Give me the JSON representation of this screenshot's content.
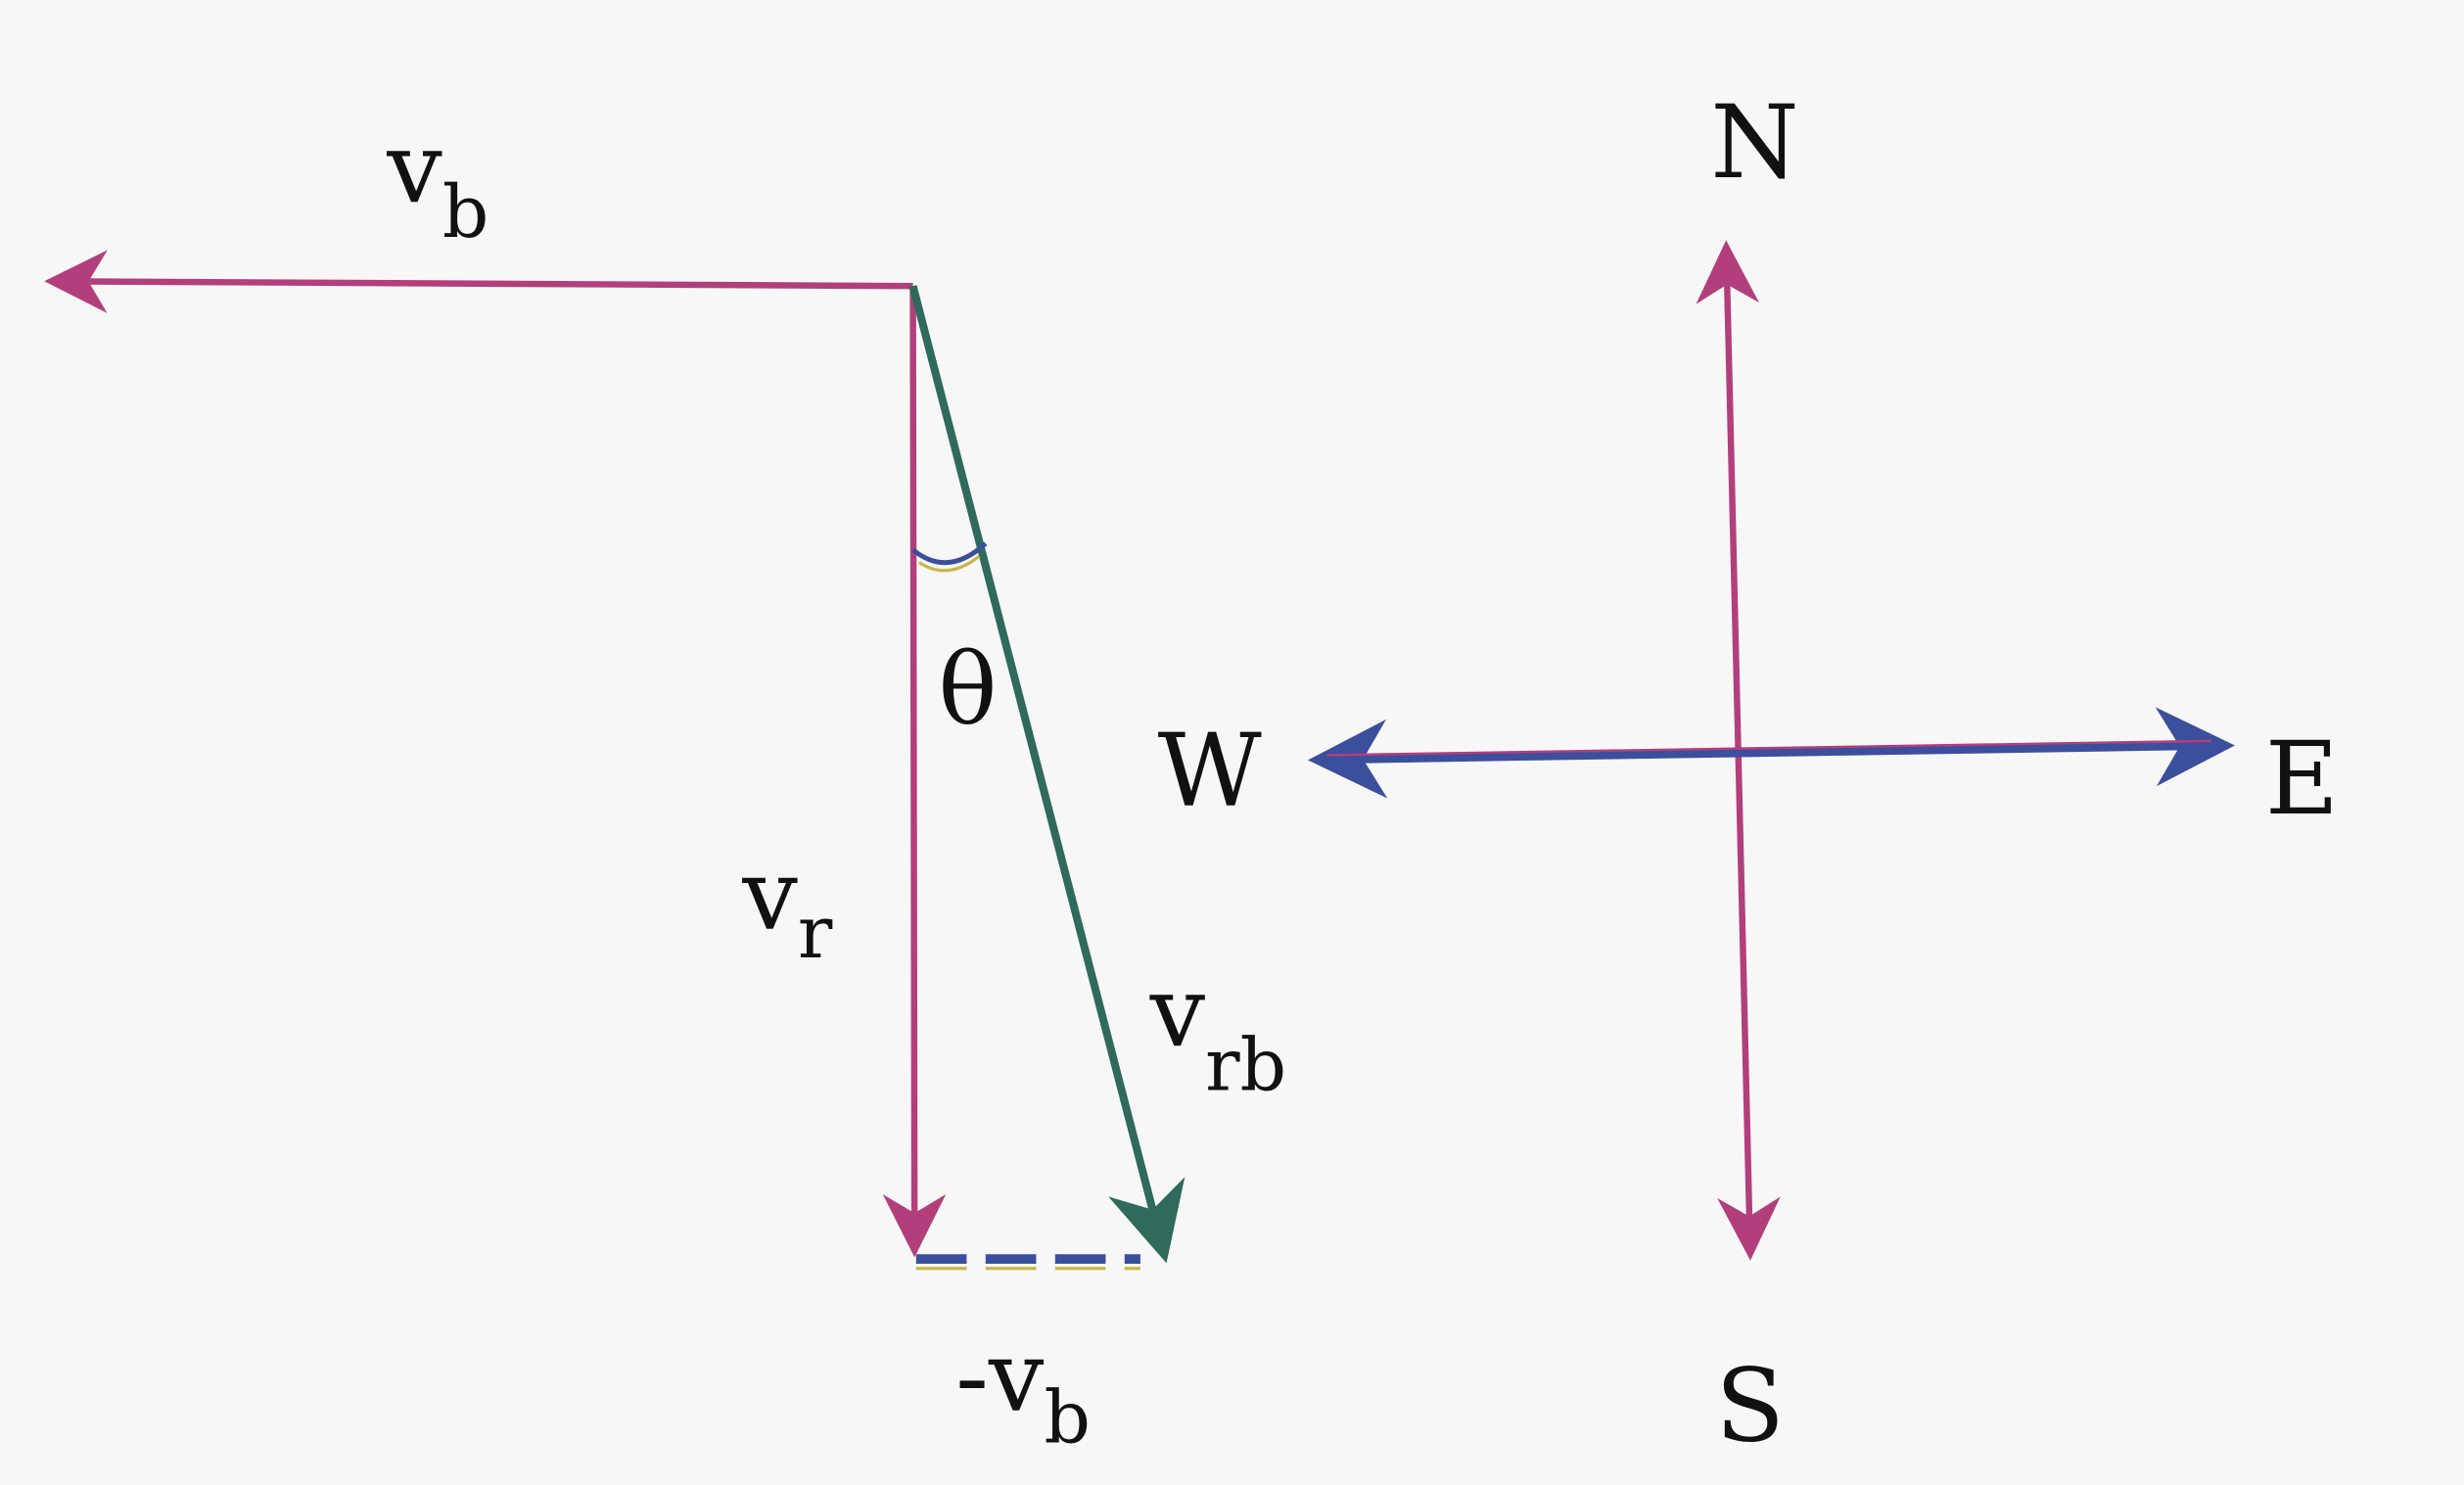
{
  "vectors": {
    "vb": {
      "label": "v",
      "sub": "b"
    },
    "vr": {
      "label": "v",
      "sub": "r"
    },
    "vrb": {
      "label": "v",
      "sub": "rb"
    },
    "neg_vb": {
      "label": "-v",
      "sub": "b"
    },
    "angle": "θ"
  },
  "compass": {
    "north": "N",
    "south": "S",
    "east": "E",
    "west": "W"
  },
  "colors": {
    "magenta": "#b23f7c",
    "teal": "#2f6a5c",
    "blue": "#3b4f9c",
    "yellow": "#c9b54a"
  }
}
